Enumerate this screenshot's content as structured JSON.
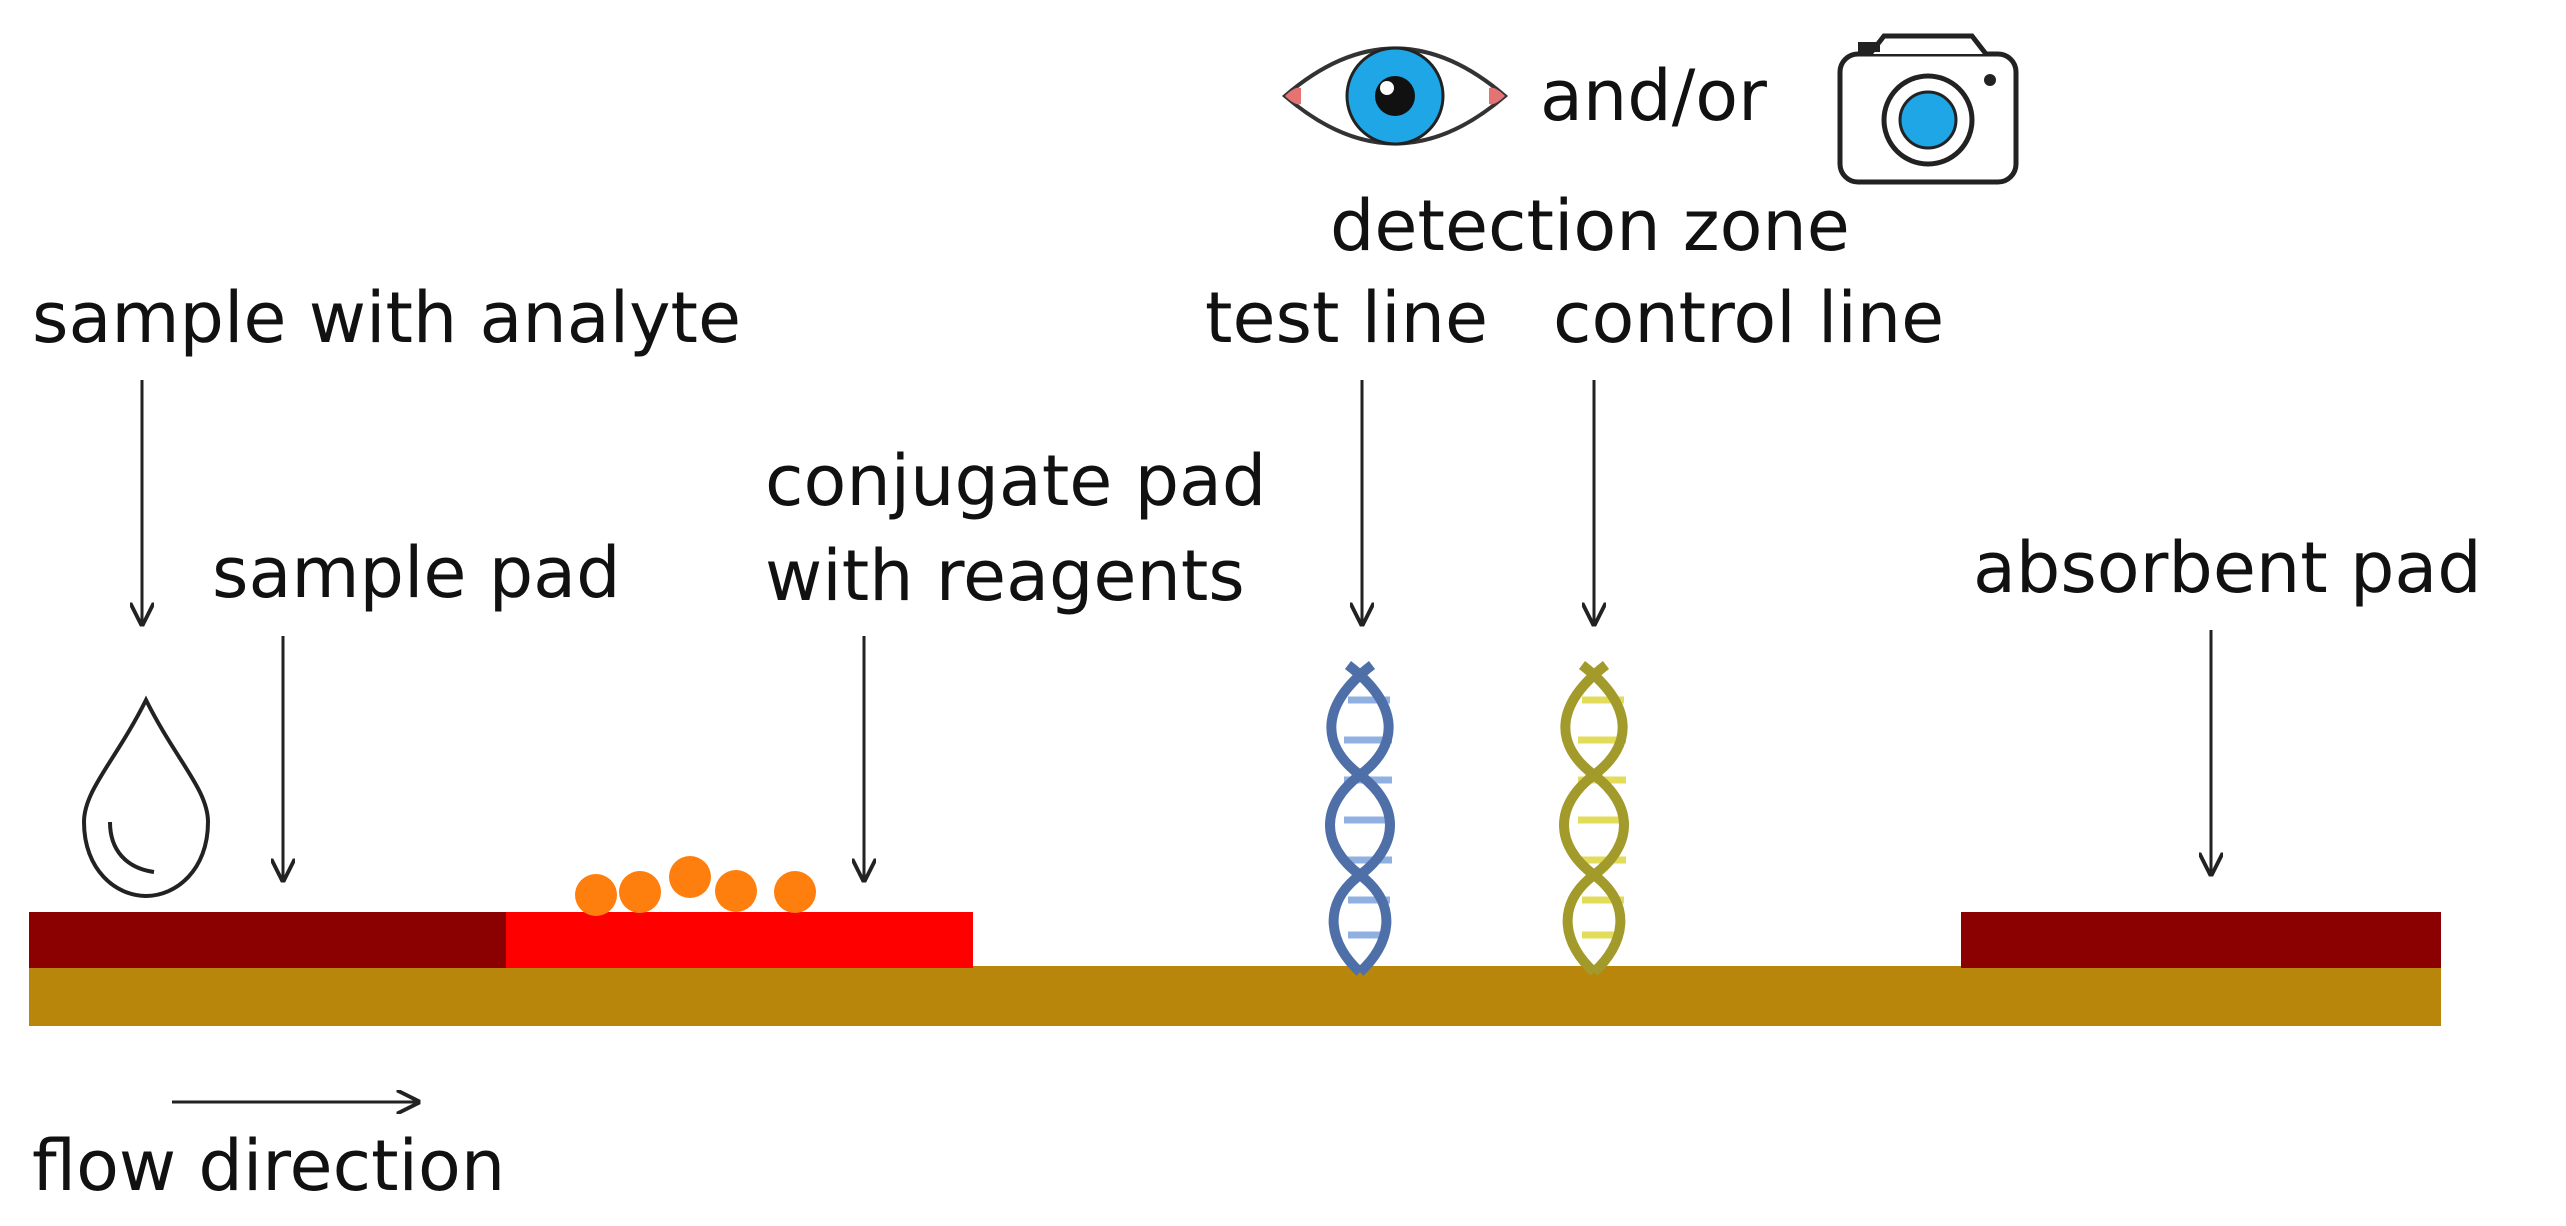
{
  "labels": {
    "and_or": "and/or",
    "detection_zone": "detection zone",
    "test_line": "test line",
    "control_line": "control line",
    "sample_with_analyte": "sample with analyte",
    "sample_pad": "sample pad",
    "conjugate_pad_line1": "conjugate pad",
    "conjugate_pad_line2": "with reagents",
    "absorbent_pad": "absorbent pad",
    "flow_direction": "flow direction"
  },
  "colors": {
    "backing": "#b8860b",
    "sample_pad": "#8b0000",
    "conjugate_pad": "#ff0000",
    "absorbent_pad": "#8b0000",
    "particles": "#ff7f0e",
    "test_probe": "#4f6fa8",
    "test_probe_rungs": "#8fb0e0",
    "control_probe": "#a39a2c",
    "control_probe_rungs": "#e3dc5a",
    "eye_iris": "#1ea6e6",
    "camera_lens": "#1ea6e6"
  },
  "icons": [
    "eye-icon",
    "camera-icon",
    "droplet-icon",
    "dna-probe-icon"
  ]
}
